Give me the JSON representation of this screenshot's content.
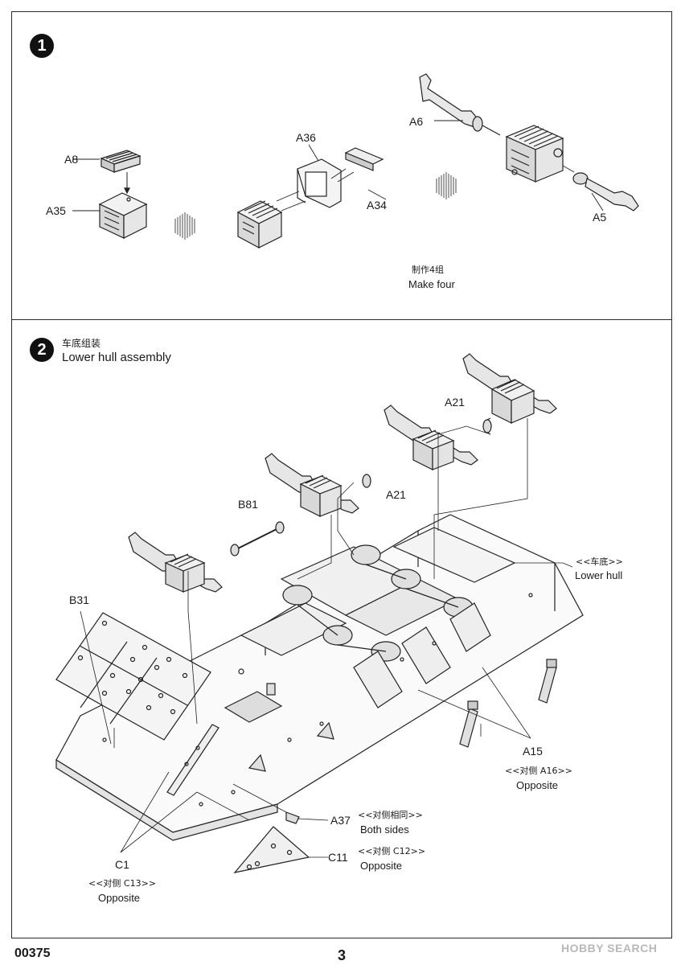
{
  "step1": {
    "number": "1",
    "labels": {
      "a8": "A8",
      "a35": "A35",
      "a36": "A36",
      "a34": "A34",
      "a6": "A6",
      "a5": "A5"
    },
    "note_cn": "制作4组",
    "note_en": "Make four"
  },
  "step2": {
    "number": "2",
    "title_cn": "车底组装",
    "title_en": "Lower hull assembly",
    "labels": {
      "a21_top": "A21",
      "a21_mid": "A21",
      "b81": "B81",
      "b31": "B31",
      "lower_hull_cn": "<<车底>>",
      "lower_hull_en": "Lower hull",
      "a15": "A15",
      "a15_opp_cn": "<<对侧 A16>>",
      "a15_opp_en": "Opposite",
      "a37": "A37",
      "a37_both_cn": "<<对侧相同>>",
      "a37_both_en": "Both sides",
      "c11": "C11",
      "c11_opp_cn": "<<对侧 C12>>",
      "c11_opp_en": "Opposite",
      "c1": "C1",
      "c1_opp_cn": "<<对侧 C13>>",
      "c1_opp_en": "Opposite"
    }
  },
  "footer": {
    "code": "00375",
    "page": "3",
    "watermark": "HOBBY SEARCH"
  }
}
